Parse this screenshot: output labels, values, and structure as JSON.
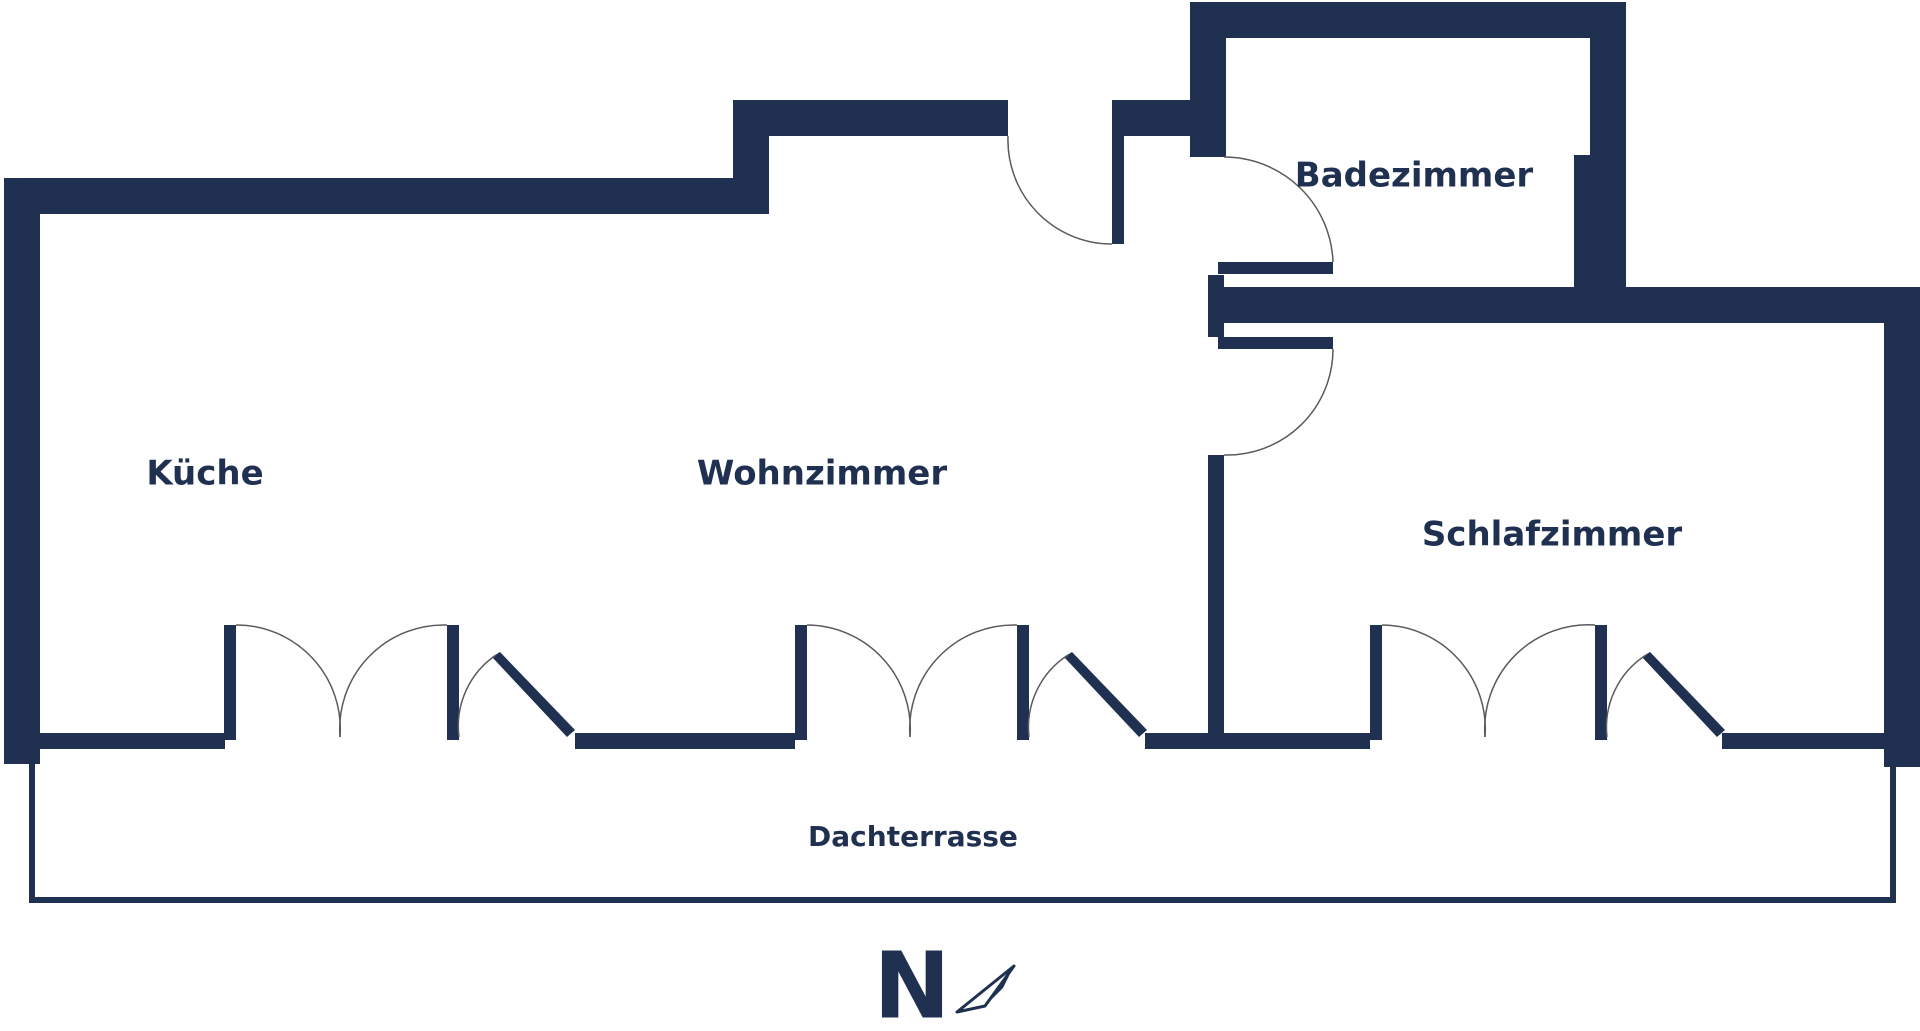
{
  "colors": {
    "wall": "#1f3050",
    "background": "#ffffff",
    "door_arc": "#5a5a5a"
  },
  "rooms": {
    "kitchen": "Küche",
    "living_room": "Wohnzimmer",
    "bathroom": "Badezimmer",
    "bedroom": "Schlafzimmer",
    "roof_terrace": "Dachterrasse"
  },
  "compass": {
    "letter": "N",
    "icon": "compass-needle-icon"
  }
}
